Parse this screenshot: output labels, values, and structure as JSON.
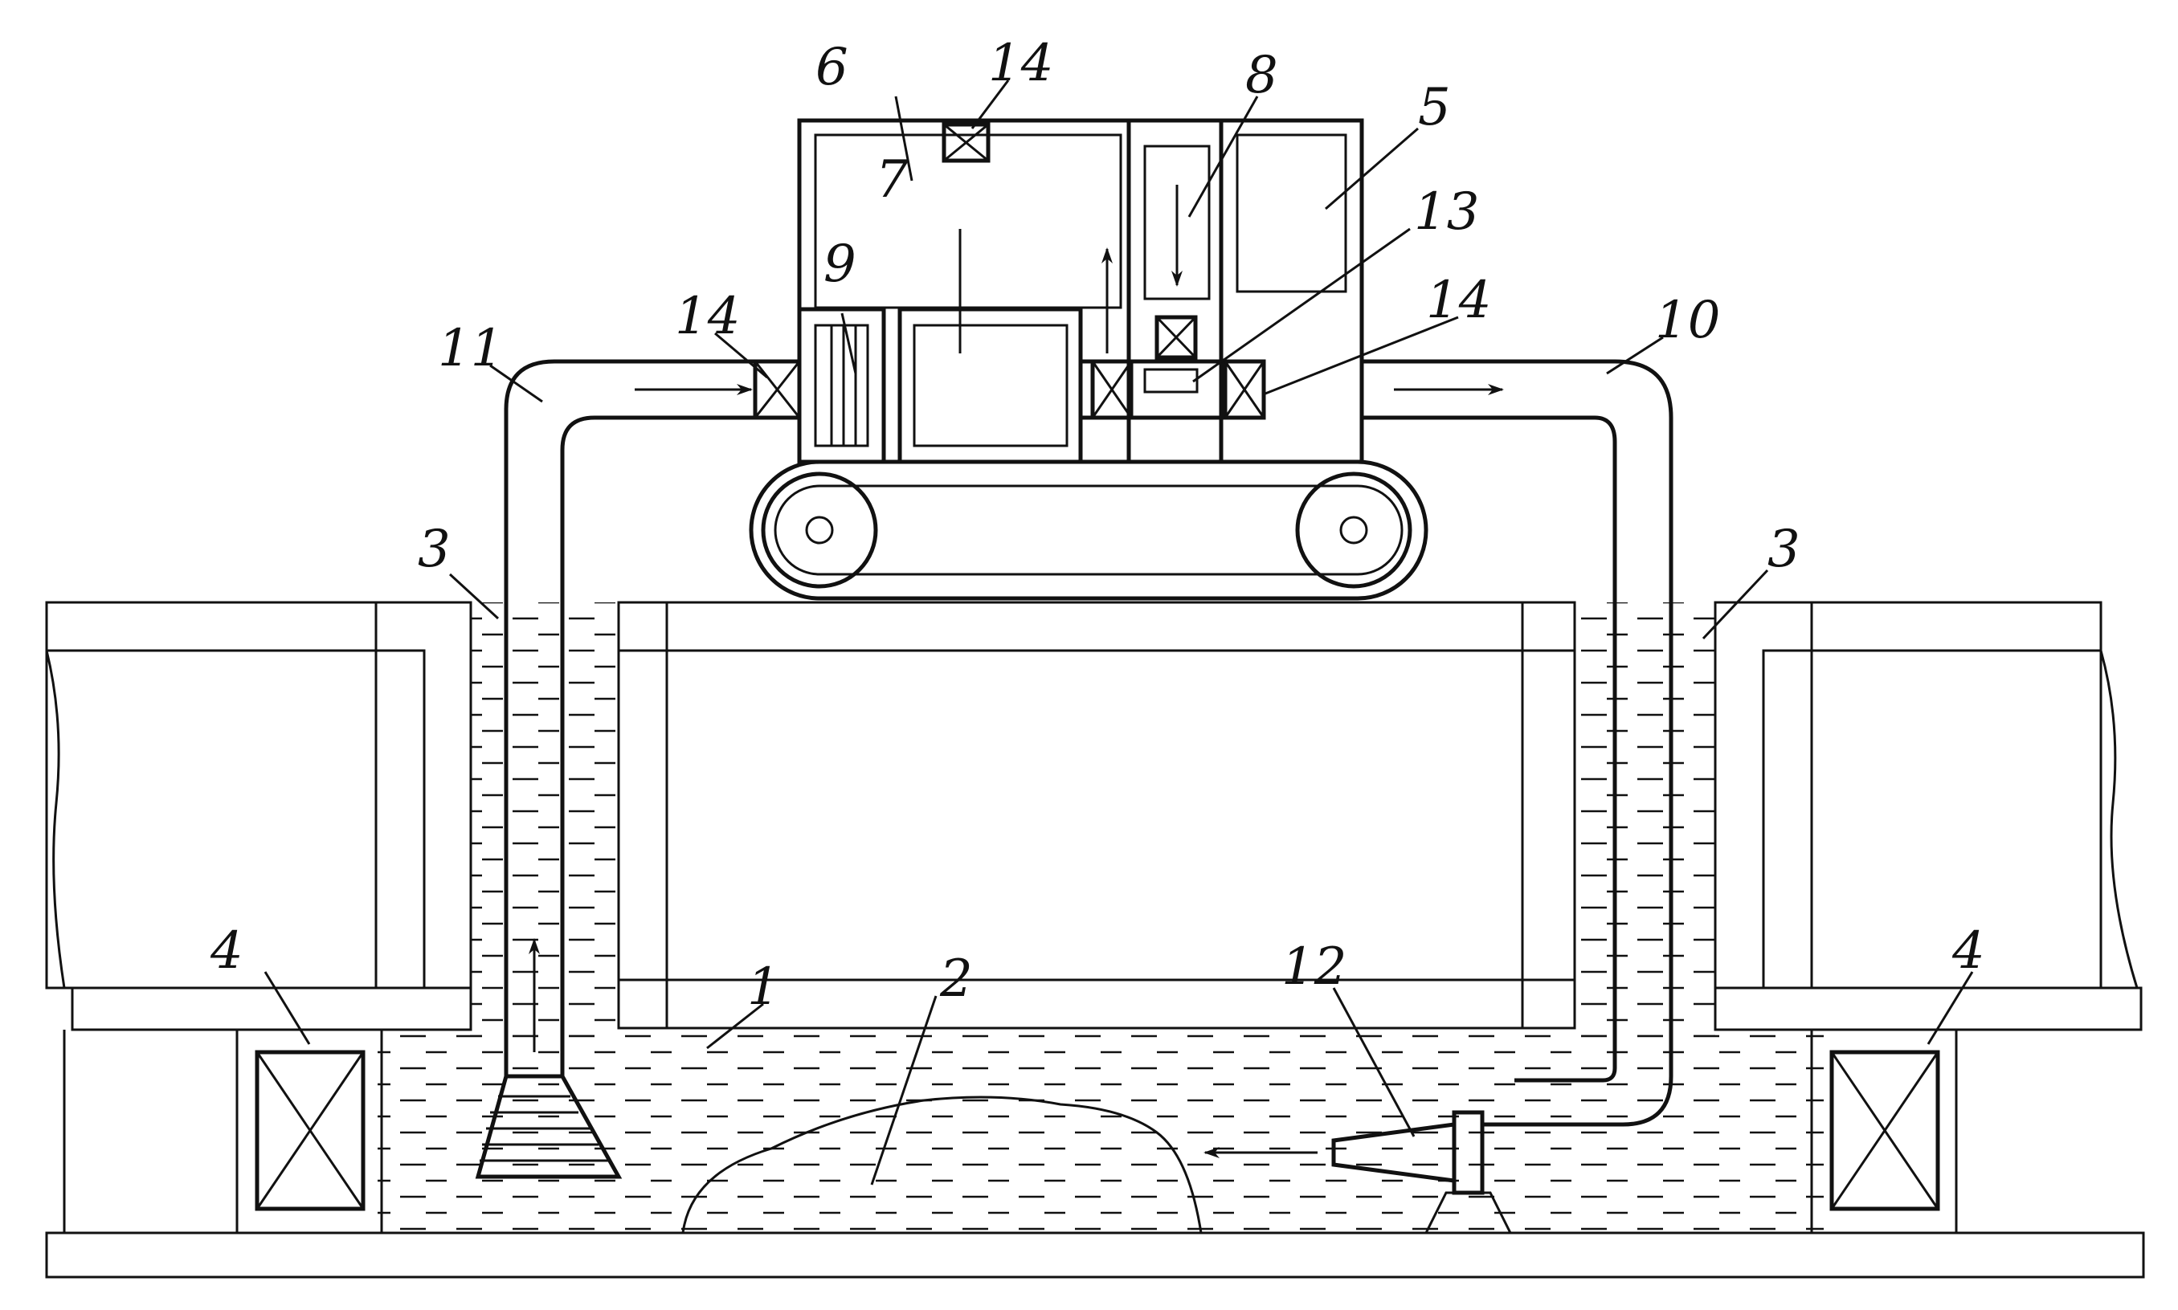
{
  "diagram": {
    "labels": {
      "l1": "1",
      "l2": "2",
      "l3a": "3",
      "l3b": "3",
      "l4a": "4",
      "l4b": "4",
      "l5": "5",
      "l6": "6",
      "l7": "7",
      "l8": "8",
      "l9": "9",
      "l10": "10",
      "l11": "11",
      "l12": "12",
      "l13": "13",
      "l14a": "14",
      "l14b": "14",
      "l14c": "14"
    },
    "colors": {
      "line": "#111111",
      "background": "#ffffff"
    }
  }
}
